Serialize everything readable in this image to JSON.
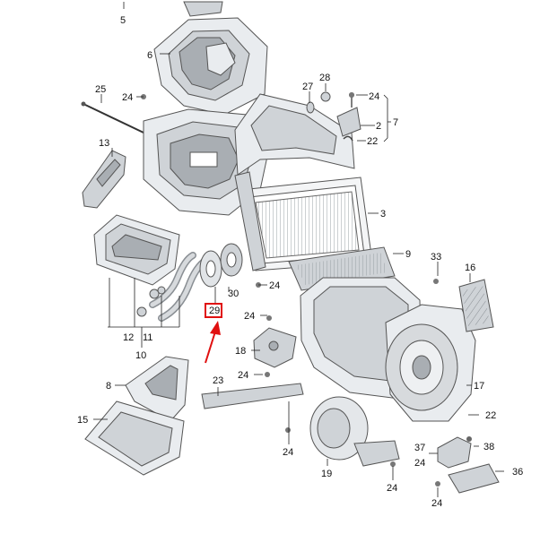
{
  "diagram": {
    "callouts": {
      "c2": "2",
      "c3": "3",
      "c5": "5",
      "c6": "6",
      "c7": "7",
      "c8": "8",
      "c9": "9",
      "c10": "10",
      "c11": "11",
      "c12": "12",
      "c13": "13",
      "c15": "15",
      "c16": "16",
      "c17": "17",
      "c18": "18",
      "c19": "19",
      "c22a": "22",
      "c22b": "22",
      "c23": "23",
      "c24a": "24",
      "c24b": "24",
      "c24c": "24",
      "c24d": "24",
      "c24e": "24",
      "c24f": "24",
      "c24g": "24",
      "c24h": "24",
      "c24i": "24",
      "c25": "25",
      "c27": "27",
      "c28": "28",
      "c29": "29",
      "c30": "30",
      "c33": "33",
      "c36": "36",
      "c37": "37",
      "c38": "38"
    },
    "highlight": {
      "target_label": "29",
      "color": "#e01010"
    }
  }
}
